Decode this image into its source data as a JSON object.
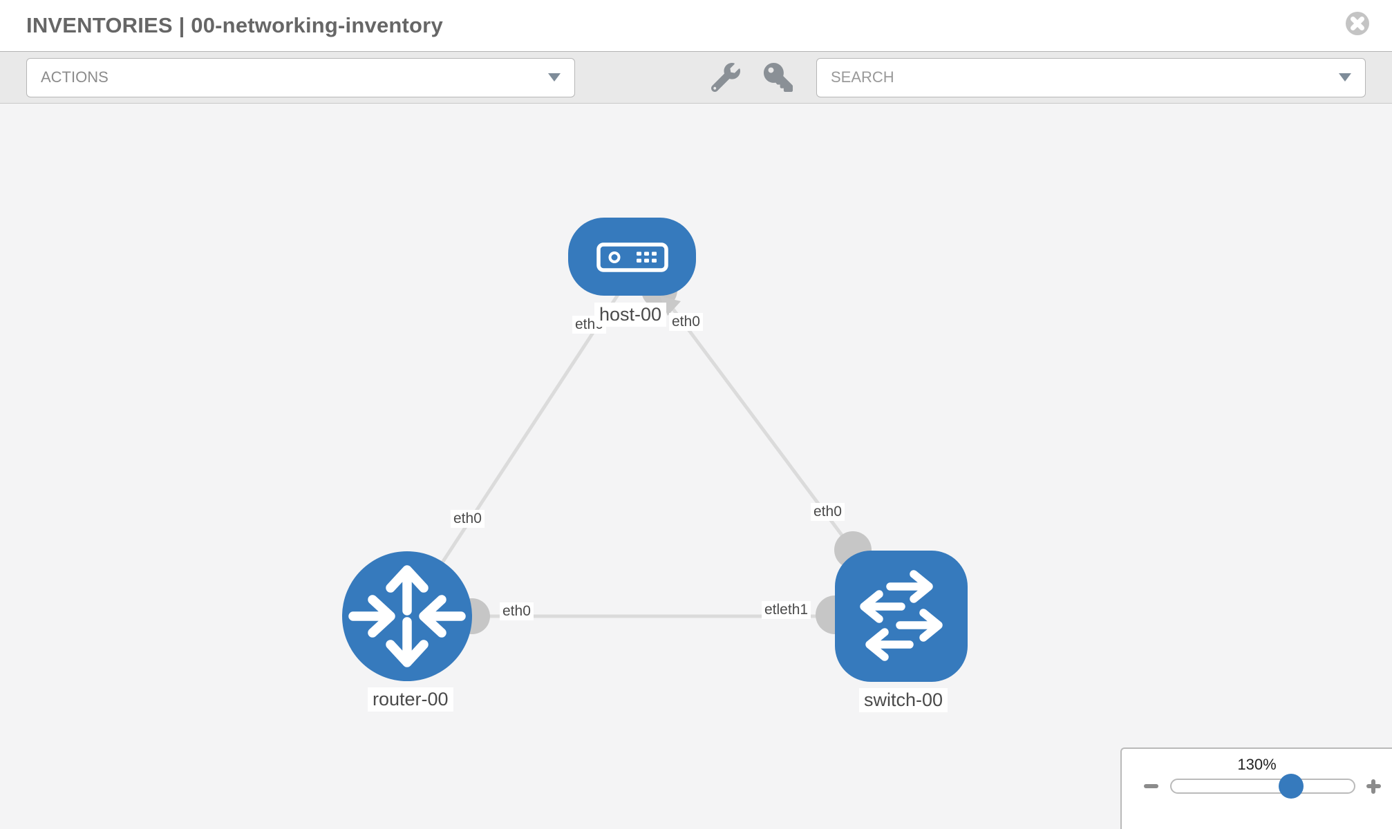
{
  "header": {
    "title": "INVENTORIES | 00-networking-inventory"
  },
  "toolbar": {
    "actions_label": "ACTIONS",
    "search_placeholder": "SEARCH"
  },
  "canvas": {
    "nodes": [
      {
        "id": "host-00",
        "type": "host",
        "label": "host-00"
      },
      {
        "id": "router-00",
        "type": "router",
        "label": "router-00"
      },
      {
        "id": "switch-00",
        "type": "switch",
        "label": "switch-00"
      }
    ],
    "links": [
      {
        "from": "router-00",
        "to": "host-00",
        "from_interface": "eth0",
        "to_interface": "eth0"
      },
      {
        "from": "switch-00",
        "to": "host-00",
        "from_interface": "eth0",
        "to_interface": "eth0"
      },
      {
        "from": "router-00",
        "to": "switch-00",
        "from_interface": "eth0",
        "to_interface": "etleth1"
      }
    ],
    "interface_labels": {
      "host_left": "eth0",
      "host_right": "eth0",
      "router_uplink": "eth0",
      "switch_uplink": "eth0",
      "router_right": "eth0",
      "switch_left": "etleth1"
    }
  },
  "zoom_control": {
    "level": "130%"
  },
  "colors": {
    "node_blue": "#367abd",
    "link_gray": "#dbdbdb",
    "endpoint_gray": "#c6c6c6",
    "icon_gray": "#8a9096"
  }
}
